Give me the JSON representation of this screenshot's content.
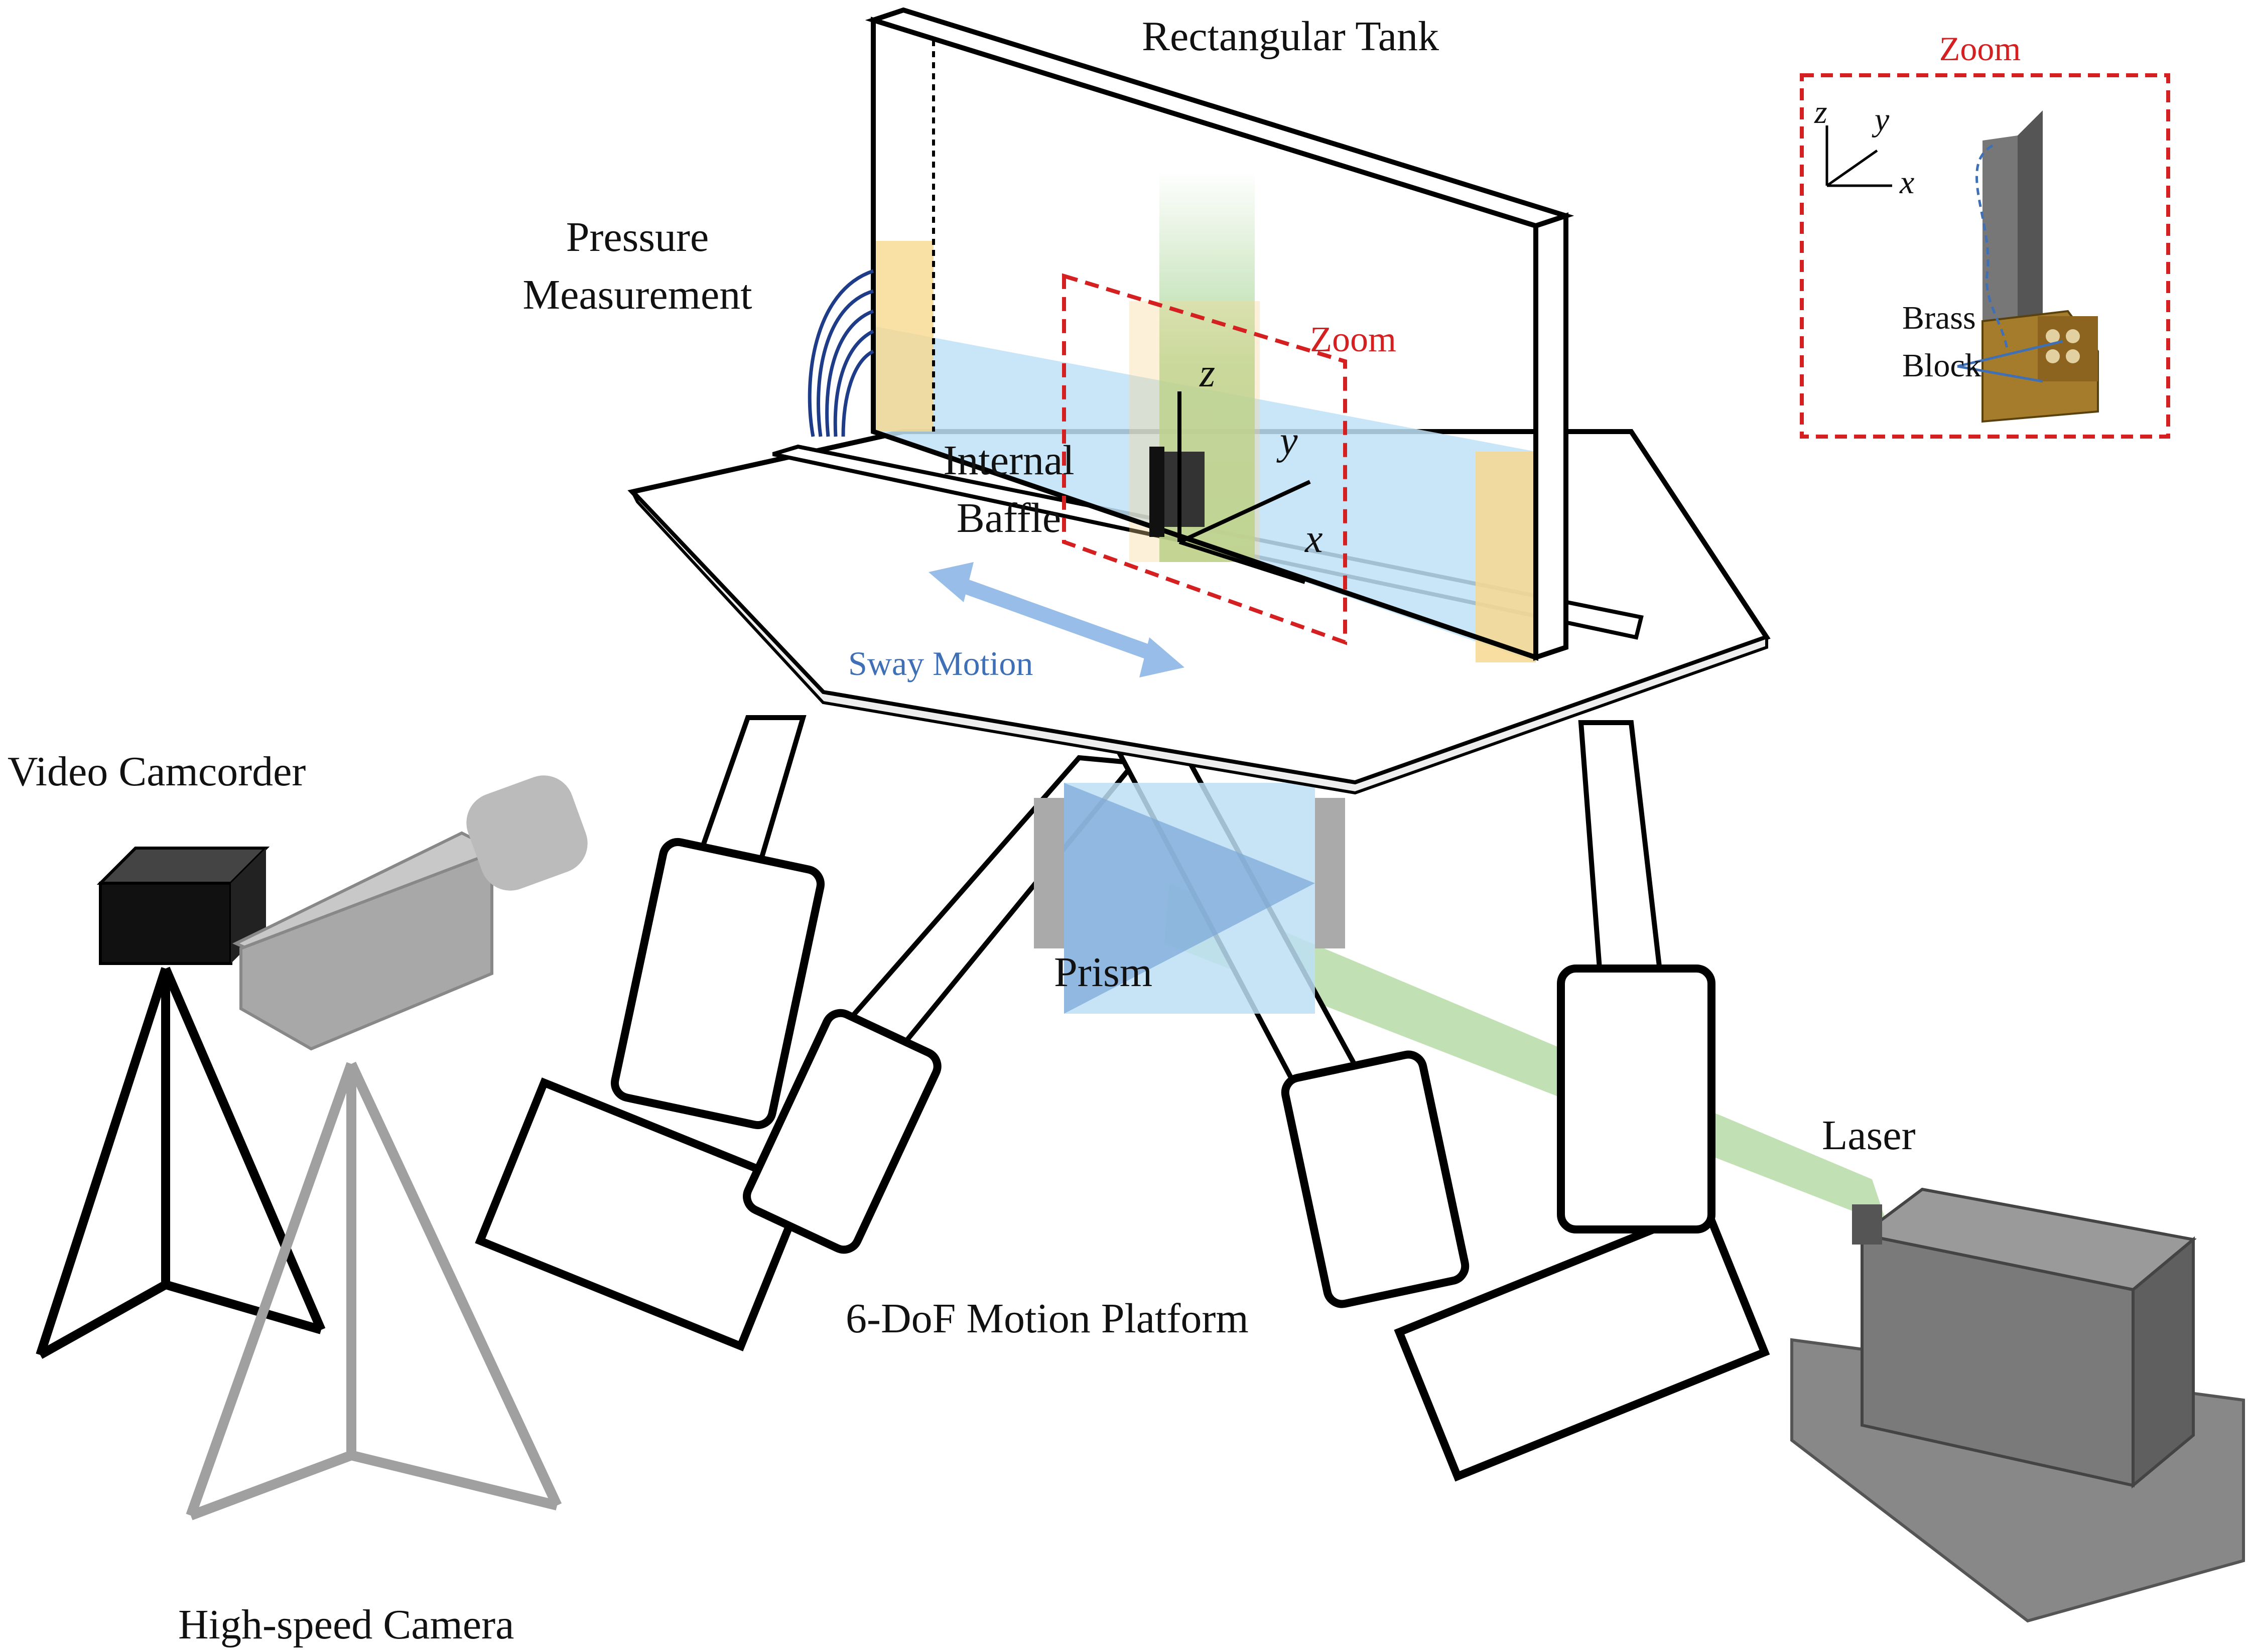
{
  "labels": {
    "tank": "Rectangular Tank",
    "pressure_line1": "Pressure",
    "pressure_line2": "Measurement",
    "zoom_main": "Zoom",
    "internal_line1": "Internal",
    "internal_line2": "Baffle",
    "sway": "Sway Motion",
    "video_camcorder": "Video Camcorder",
    "prism": "Prism",
    "laser": "Laser",
    "platform": "6-DoF Motion Platform",
    "high_speed_camera": "High-speed Camera"
  },
  "axes_main": {
    "z": "z",
    "y": "y",
    "x": "x"
  },
  "zoom_inset": {
    "title": "Zoom",
    "axis_z": "z",
    "axis_y": "y",
    "axis_x": "x",
    "brass_line1": "Brass",
    "brass_line2": "Block"
  },
  "colors": {
    "zoom_red": "#d42020",
    "sway_blue": "#3f6fb5",
    "water": "#bfe0f7",
    "laser_green": "#9fd08a",
    "sensor_yellow": "#f7d88f",
    "brass": "#a57c2c",
    "camera_grey": "#a8a8a8",
    "laser_body": "#6d6d6d"
  }
}
